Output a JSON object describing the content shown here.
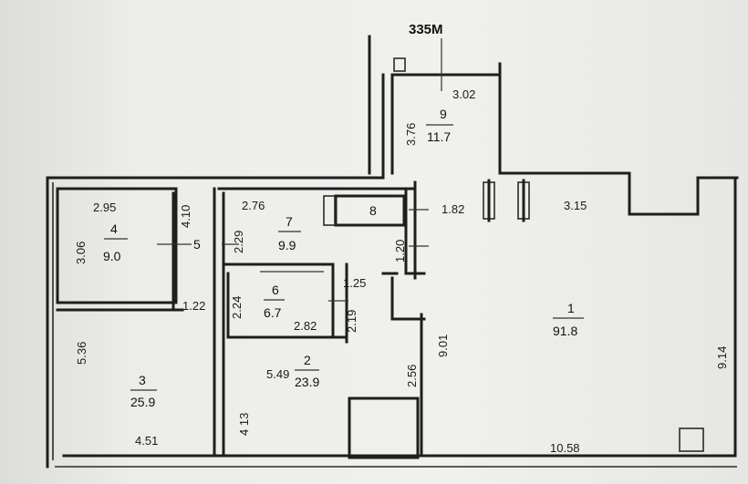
{
  "plan": {
    "header_label": "335M",
    "rooms": [
      {
        "id": "1",
        "number": "1",
        "area": "91.8"
      },
      {
        "id": "2",
        "number": "2",
        "area": "23.9"
      },
      {
        "id": "3",
        "number": "3",
        "area": "25.9"
      },
      {
        "id": "4",
        "number": "4",
        "area": "9.0"
      },
      {
        "id": "5",
        "number": "5",
        "area": ""
      },
      {
        "id": "6",
        "number": "6",
        "area": "6.7"
      },
      {
        "id": "7",
        "number": "7",
        "area": "9.9"
      },
      {
        "id": "8",
        "number": "8",
        "area": ""
      },
      {
        "id": "9",
        "number": "9",
        "area": "11.7"
      }
    ],
    "dimensions": {
      "d_3_02": "3.02",
      "d_3_76": "3.76",
      "d_1_82": "1.82",
      "d_3_15": "3.15",
      "d_2_95": "2.95",
      "d_4_10": "4.10",
      "d_3_06": "3.06",
      "d_2_76": "2.76",
      "d_2_29": "2.29",
      "d_1_20": "1.20",
      "d_1_22": "1.22",
      "d_2_24": "2.24",
      "d_1_25": "1.25",
      "d_2_82": "2.82",
      "d_2_19": "2.19",
      "d_9_01": "9.01",
      "d_9_14": "9.14",
      "d_5_36": "5.36",
      "d_5_49": "5.49",
      "d_2_56": "2.56",
      "d_4_13": "4 13",
      "d_4_51": "4.51",
      "d_10_58": "10.58"
    }
  }
}
